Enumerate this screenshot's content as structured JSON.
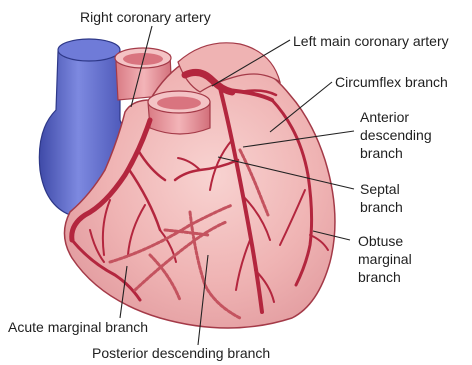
{
  "labels": {
    "right_coronary": "Right coronary artery",
    "left_main": "Left main coronary artery",
    "circumflex": "Circumflex branch",
    "anterior_descending": [
      "Anterior",
      "descending",
      "branch"
    ],
    "septal": [
      "Septal",
      "branch"
    ],
    "obtuse_marginal": [
      "Obtuse",
      "marginal",
      "branch"
    ],
    "acute_marginal": "Acute marginal branch",
    "posterior_descending": "Posterior descending branch"
  },
  "colors": {
    "heart_fill": "#efb3b3",
    "heart_outline": "#a43a48",
    "artery": "#b3263e",
    "artery_dark": "#8e1b2f",
    "vena_cava": "#5b68c8",
    "vessel_rim": "#e88a8f",
    "leader_line": "#222222"
  }
}
